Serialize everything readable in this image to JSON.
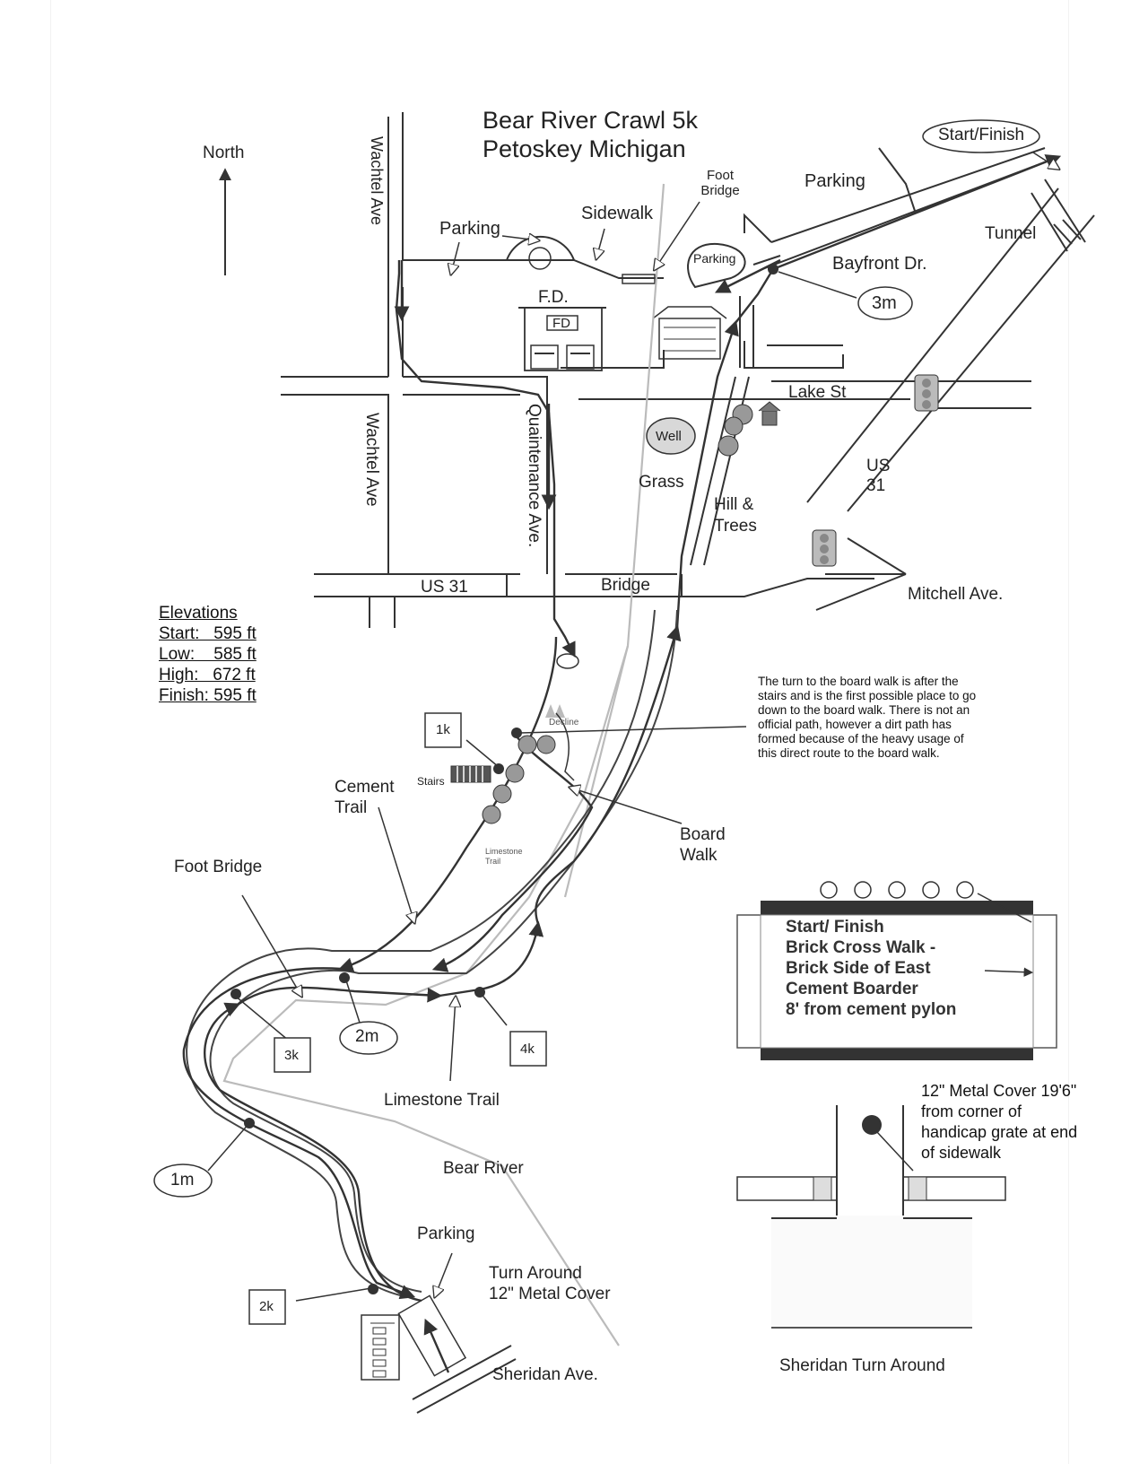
{
  "title": {
    "line1": "Bear River Crawl 5k",
    "line2": "Petoskey Michigan"
  },
  "north_label": "North",
  "labels": {
    "start_finish": "Start/Finish",
    "parking_top": "Parking",
    "foot_bridge_top": "Foot Bridge",
    "parking_left": "Parking",
    "sidewalk": "Sidewalk",
    "parking_small": "Parking",
    "bayfront": "Bayfront Dr.",
    "tunnel": "Tunnel",
    "marker_3m": "3m",
    "fd": "F.D.",
    "fd_sign": "FD",
    "lake_st": "Lake St",
    "well": "Well",
    "grass": "Grass",
    "hill_trees": "Hill & Trees",
    "us31_right": "US 31",
    "mitchell": "Mitchell Ave.",
    "wachtel_top": "Wachtel Ave",
    "wachtel_mid": "Wachtel Ave",
    "quaintenance": "Quaintenance Ave.",
    "us31_left": "US 31",
    "bridge": "Bridge",
    "marker_1k": "1k",
    "decline": "Decline",
    "stairs": "Stairs",
    "cement_trail": "Cement Trail",
    "limestone_trail_small": "Limestone Trail",
    "board_walk": "Board Walk",
    "foot_bridge_left": "Foot Bridge",
    "marker_2m": "2m",
    "marker_3k": "3k",
    "marker_4k": "4k",
    "limestone_trail": "Limestone Trail",
    "marker_1m": "1m",
    "bear_river": "Bear River",
    "parking_bottom": "Parking",
    "turn_around": "Turn Around",
    "metal_cover": "12\" Metal Cover",
    "marker_2k": "2k",
    "sheridan": "Sheridan Ave.",
    "sheridan_turn": "Sheridan Turn Around"
  },
  "note": "The turn to the board walk is after the stairs and is the first possible place to go down to the board walk. There is not an official path, however a dirt path has formed because of the heavy usage of this direct route to the board walk.",
  "elevations": {
    "heading": "Elevations",
    "rows": [
      "Start:   595 ft",
      "Low:    585 ft",
      "High:   672 ft",
      "Finish: 595 ft"
    ]
  },
  "finish_detail": {
    "lines": [
      "Start/ Finish",
      "Brick Cross Walk -",
      "Brick Side of East",
      "Cement Boarder",
      "8' from cement pylon"
    ]
  },
  "sheridan_detail": {
    "text": "12\" Metal Cover 19'6\" from corner of handicap grate at end of sidewalk"
  },
  "colors": {
    "ink": "#333333",
    "trail": "#bbbbbb",
    "well_fill": "#d8d8d8"
  }
}
